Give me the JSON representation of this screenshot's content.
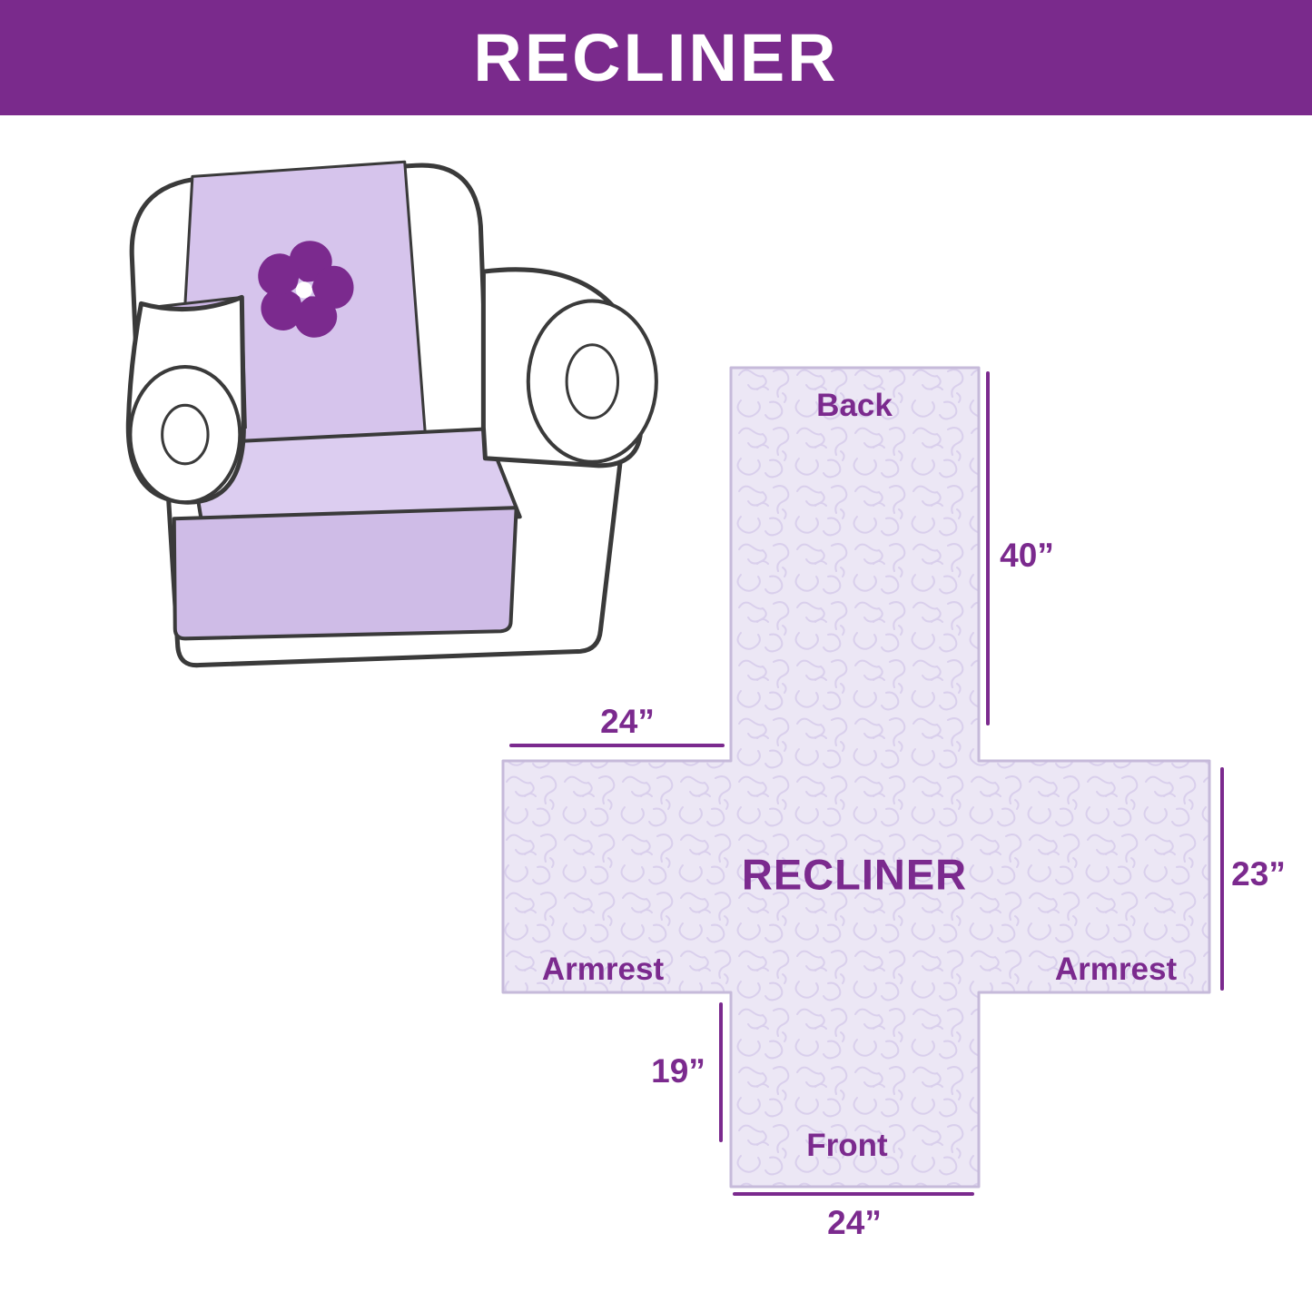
{
  "banner": {
    "title": "RECLINER"
  },
  "pattern_labels": {
    "back": "Back",
    "center": "RECLINER",
    "armrest_left": "Armrest",
    "armrest_right": "Armrest",
    "front": "Front"
  },
  "dimensions": {
    "back_height": "40”",
    "back_width": "24”",
    "side_depth": "23”",
    "front_drop": "19”",
    "front_width": "24”"
  },
  "icons": {
    "chair_logo": "pinwheel-icon"
  },
  "colors": {
    "banner_bg": "#7a2a8c",
    "accent_text": "#7b2a8e",
    "fabric_fill": "#ece7f5",
    "fabric_squiggle": "#d9cfec",
    "cover_light_purple": "#d6c4ec",
    "outline": "#3a3a3a"
  }
}
